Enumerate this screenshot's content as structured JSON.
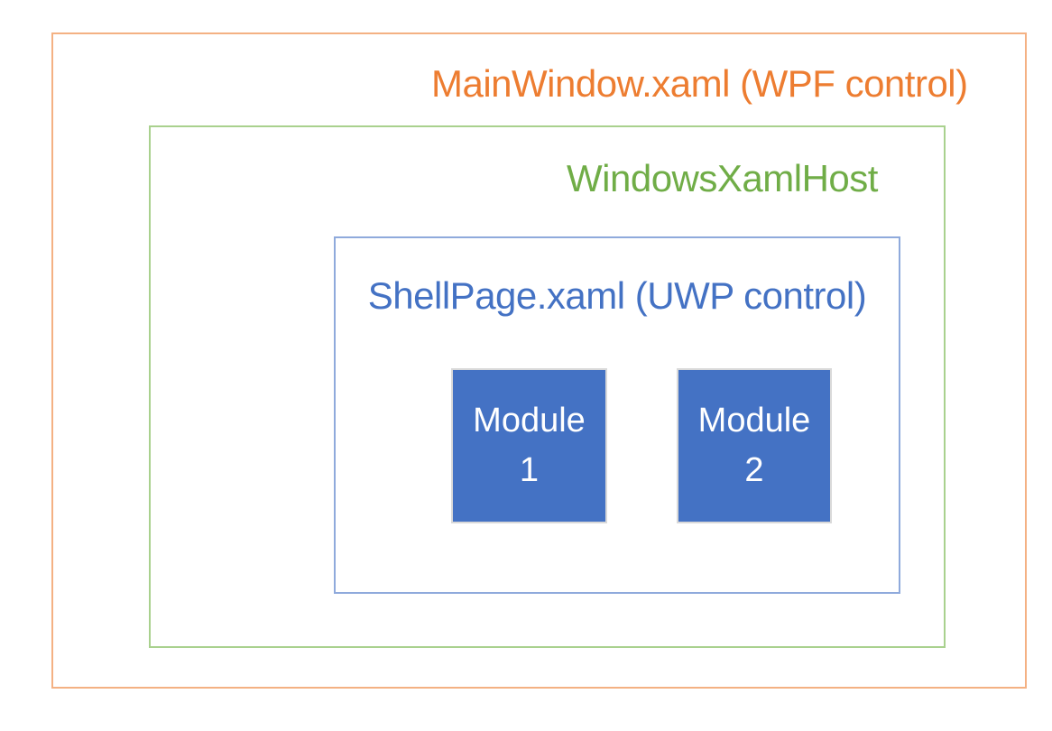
{
  "diagram": {
    "wpf_box": {
      "label": "MainWindow.xaml (WPF control)"
    },
    "xaml_host_box": {
      "label": "WindowsXamlHost"
    },
    "shell_box": {
      "label": "ShellPage.xaml (UWP control)"
    },
    "modules": [
      {
        "line1": "Module",
        "line2": "1"
      },
      {
        "line1": "Module",
        "line2": "2"
      }
    ]
  },
  "colors": {
    "background": "#FFFFFF",
    "wpf_text": "#ED7D31",
    "wpf_border": "#F4B183",
    "host_text": "#70AD47",
    "host_border": "#A9D18E",
    "shell_text": "#4472C4",
    "shell_border": "#8FAADC",
    "module_fill": "#4472C4",
    "module_border": "#D9D9D9",
    "module_text": "#FFFFFF"
  }
}
